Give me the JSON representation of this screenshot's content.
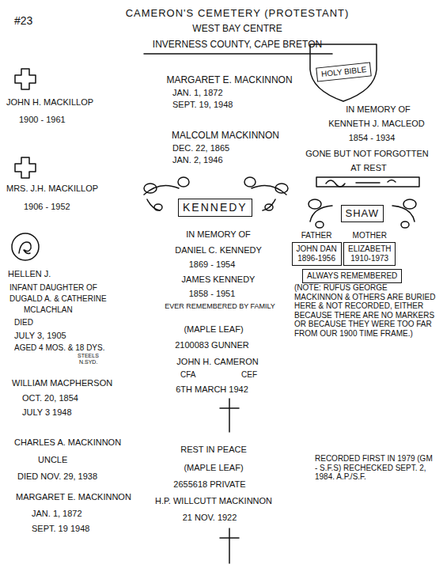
{
  "diagram": {
    "title": "CAMERON'S CEMETERY (PROTESTANT)",
    "nodes": [
      {
        "text": [
          "HOLY BIBLE"
        ]
      },
      {
        "text": [
          "KENNEDY"
        ]
      },
      {
        "text": [
          "SHAW"
        ]
      },
      {
        "text": [
          "FATHER",
          "JOHN DAN",
          "1896-1956"
        ]
      },
      {
        "text": [
          "MOTHER",
          "ELIZABETH",
          "1910-1973"
        ]
      },
      {
        "text": [
          "ALWAYS REMEMBERED"
        ]
      }
    ],
    "labels": [
      "#23",
      "WEST BAY CENTRE",
      "INVERNESS COUNTY, CAPE BRETON",
      "JOHN H. MACKILLOP",
      "1900 - 1961",
      "MRS. J.H. MACKILLOP",
      "1906 - 1952",
      "HELLEN J.",
      "INFANT DAUGHTER OF",
      "DUGALD A. & CATHERINE",
      "MCLACHLAN",
      "DIED",
      "JULY 3, 1905",
      "AGED 4 MOS. & 18 DYS.",
      "STEELS",
      "N.SYD.",
      "WILLIAM MACPHERSON",
      "OCT. 20, 1854",
      "JULY 3 1948",
      "CHARLES A. MACKINNON",
      "UNCLE",
      "DIED NOV. 29, 1938",
      "MARGARET E. MACKINNON",
      "JAN. 1, 1872",
      "SEPT. 19 1948",
      "MARGARET E. MACKINNON",
      "JAN. 1, 1872",
      "SEPT. 19, 1948",
      "MALCOLM MACKINNON",
      "DEC. 22, 1865",
      "JAN. 2, 1946",
      "IN MEMORY OF",
      "DANIEL C. KENNEDY",
      "1869 - 1954",
      "JAMES KENNEDY",
      "1858 - 1951",
      "EVER REMEMBERED BY FAMILY",
      "(MAPLE LEAF)",
      "2100083 GUNNER",
      "JOHN H. CAMERON",
      "CFA",
      "CEF",
      "6TH MARCH 1942",
      "REST IN PEACE",
      "(MAPLE LEAF)",
      "2655618 PRIVATE",
      "H.P. WILLCUTT MACKINNON",
      "21 NOV. 1922",
      "IN MEMORY OF",
      "KENNETH J. MACLEOD",
      "1854 - 1934",
      "GONE BUT NOT FORGOTTEN",
      "AT REST",
      "(NOTE: RUFUS GEORGE MACKINNON & OTHERS ARE BURIED HERE & NOT RECORDED, EITHER BECAUSE THERE ARE NO MARKERS OR BECAUSE THEY WERE TOO FAR FROM OUR 1900 TIME FRAME.)",
      "RECORDED FIRST IN 1979 (GM - S.F.S) RECHECKED SEPT. 2, 1984. A.P./S.F."
    ]
  }
}
